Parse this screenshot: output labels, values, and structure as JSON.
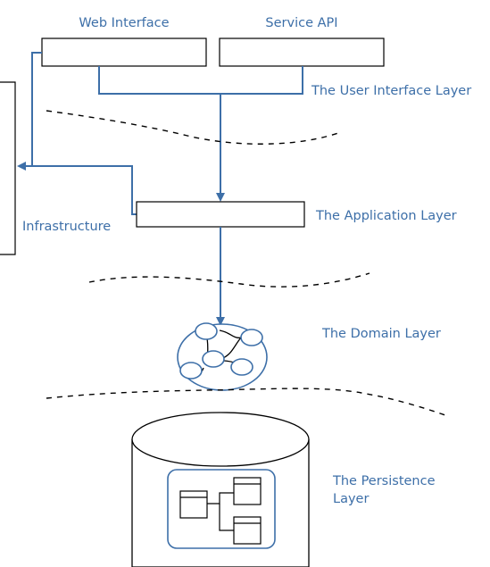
{
  "labels": {
    "web_interface": "Web Interface",
    "service_api": "Service API",
    "ui_layer": "The User Interface Layer",
    "infrastructure": "Infrastructure",
    "application_layer": "The Application Layer",
    "domain_layer": "The Domain Layer",
    "persistence_line1": "The Persistence",
    "persistence_line2": "Layer"
  },
  "colors": {
    "accent": "#3d6fa8",
    "line": "#000000",
    "background": "#ffffff"
  }
}
